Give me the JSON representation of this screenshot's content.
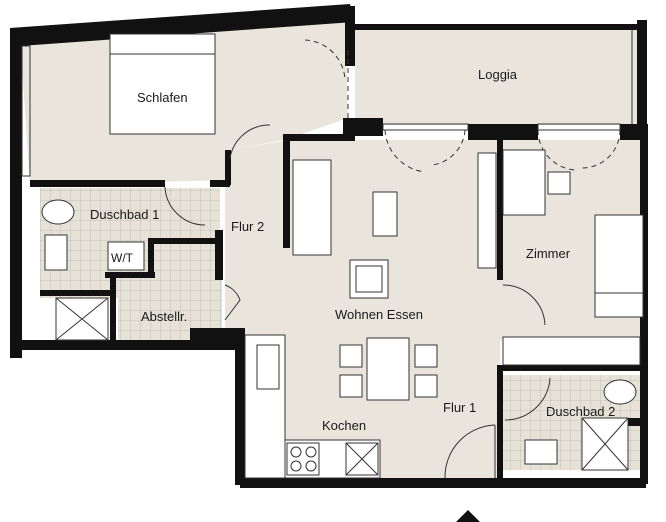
{
  "plan": {
    "rooms": {
      "schlafen": "Schlafen",
      "loggia": "Loggia",
      "duschbad1": "Duschbad 1",
      "wt": "W/T",
      "flur2": "Flur 2",
      "zimmer": "Zimmer",
      "wohnen_essen": "Wohnen Essen",
      "abstellr": "Abstellr.",
      "flur1": "Flur 1",
      "kochen": "Kochen",
      "duschbad2": "Duschbad 2"
    },
    "colors": {
      "floor": "#e9e5dc",
      "wall": "#111111",
      "tile_grid": "#b9b6ad"
    },
    "icons": {
      "entrance": "north-arrow-triangle-icon"
    }
  }
}
